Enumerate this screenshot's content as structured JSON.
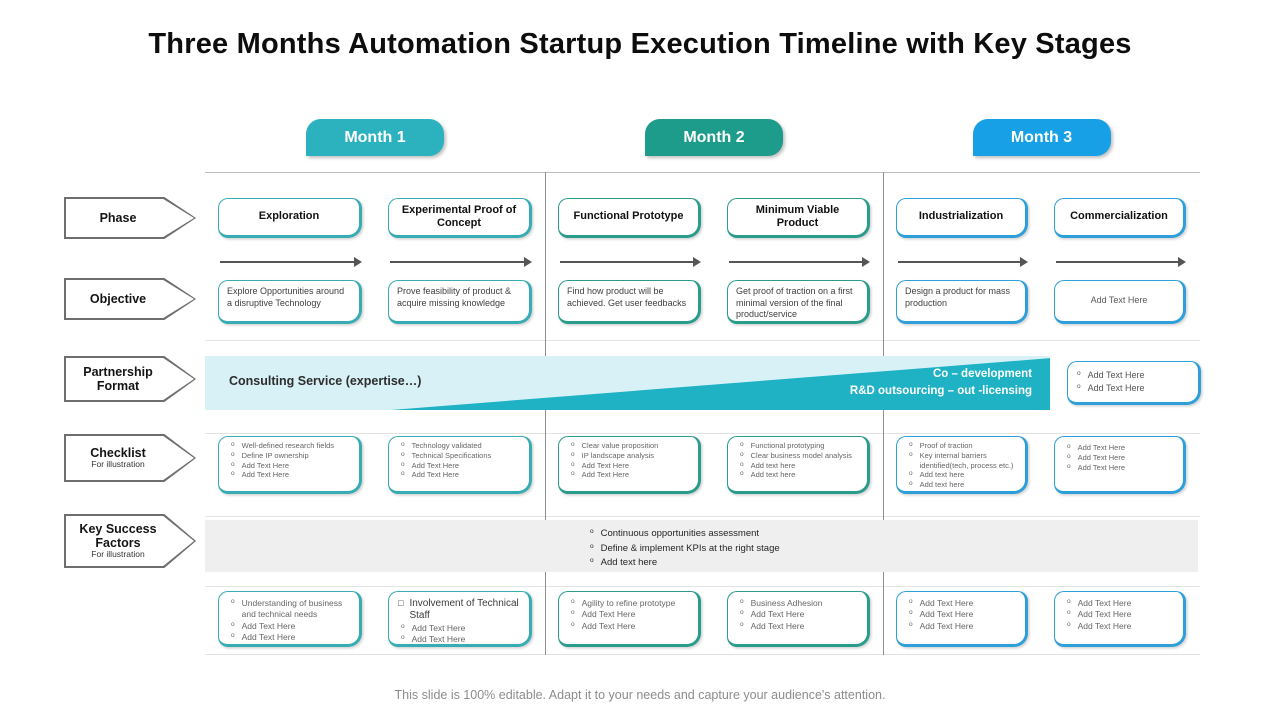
{
  "title": "Three Months Automation Startup Execution Timeline with Key Stages",
  "footer": "This slide is 100% editable. Adapt it to your needs and capture your audience's attention.",
  "months": [
    {
      "label": "Month 1",
      "color": "#2CB1BF",
      "box_border": "#38ACB4"
    },
    {
      "label": "Month 2",
      "color": "#1E9C8B",
      "box_border": "#2A9C8C"
    },
    {
      "label": "Month 3",
      "color": "#17A0E5",
      "box_border": "#2E9FD9"
    }
  ],
  "row_labels": {
    "phase": "Phase",
    "objective": "Objective",
    "partnership": "Partnership Format",
    "checklist": "Checklist",
    "checklist_sub": "For illustration",
    "key_success": "Key Success Factors",
    "key_success_sub": "For illustration"
  },
  "phase": {
    "boxes": [
      "Exploration",
      "Experimental Proof of Concept",
      "Functional Prototype",
      "Minimum Viable Product",
      "Industrialization",
      "Commercialization"
    ]
  },
  "objective": {
    "boxes": [
      "Explore Opportunities around a disruptive Technology",
      "Prove feasibility of product & acquire missing knowledge",
      "Find how product will be achieved.  Get user feedbacks",
      "Get proof of traction on a first minimal version of the final product/service",
      "Design a product for mass production",
      "Add Text Here"
    ]
  },
  "partnership": {
    "left_text": "Consulting  Service (expertise…)",
    "wedge_lines": [
      "Co – development",
      "R&D outsourcing – out -licensing"
    ],
    "side_box": [
      "Add Text Here",
      "Add Text Here"
    ],
    "band_color": "#D8F1F7",
    "wedge_color": "#1FB1C4"
  },
  "checklist": {
    "boxes": [
      [
        "Well-defined research fields",
        "Define IP ownership",
        "Add Text Here",
        "Add Text Here"
      ],
      [
        "Technology validated",
        "Technical Specifications",
        "Add Text Here",
        "Add Text Here"
      ],
      [
        "Clear value proposition",
        "IP landscape analysis",
        "Add Text Here",
        "Add Text Here"
      ],
      [
        "Functional prototyping",
        "Clear business model analysis",
        "Add text here",
        "Add text here"
      ],
      [
        "Proof of traction",
        "Key internal barriers identified(tech, process etc.)",
        "Add text here",
        "Add text here"
      ],
      [
        "Add Text Here",
        "Add Text Here",
        "Add Text Here"
      ]
    ]
  },
  "key_success": {
    "items": [
      "Continuous opportunities assessment",
      "Define & implement KPIs at the right stage",
      "Add text here"
    ]
  },
  "bottom": {
    "boxes": [
      [
        "Understanding of business and technical needs",
        "Add Text Here",
        "Add Text Here"
      ],
      [
        "Involvement of Technical Staff",
        "Add Text Here",
        "Add Text Here"
      ],
      [
        "Agility to refine prototype",
        "Add Text Here",
        "Add Text Here"
      ],
      [
        "Business Adhesion",
        "Add Text Here",
        "Add Text Here"
      ],
      [
        "Add Text Here",
        "Add Text Here",
        "Add Text Here"
      ],
      [
        "Add Text Here",
        "Add Text Here",
        "Add Text Here"
      ]
    ]
  }
}
